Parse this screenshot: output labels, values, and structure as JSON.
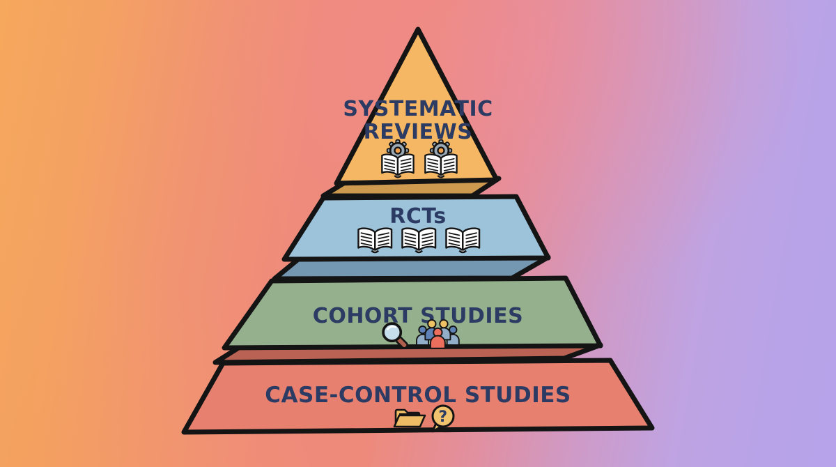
{
  "background": {
    "gradient_left_color": "#F6A85C",
    "gradient_middle_color": "#EE8A7A",
    "gradient_right_color": "#B8A3E8"
  },
  "colors": {
    "ink": "#141414",
    "label": "#2C3B63",
    "page": "#FFFFFF",
    "gear": "#9AA9B6",
    "gear-center": "#EF9F4E",
    "lens": "#C6DDEC",
    "handle": "#B2604E",
    "person-red": "#EC6E5C",
    "person-blue": "#5E82B5",
    "person-blue-light": "#93AEC9",
    "head-yellow": "#F0C266",
    "folder": "#EFBC66",
    "bubble": "#F2C36F"
  },
  "icons_text": {
    "question_mark": "?"
  },
  "pyramid": {
    "outline_color": "#141414",
    "label_color": "#2C3B63",
    "levels": [
      {
        "id": "systematic-reviews",
        "label": "SYSTEMATIC REVIEWS",
        "label_line1": "SYSTEMATIC",
        "label_line2": "REVIEWS",
        "face_color": "#F5B763",
        "underside_color": "#CE9A4F",
        "icons": [
          "gear-book-icon",
          "gear-book-icon"
        ]
      },
      {
        "id": "rcts",
        "label": "RCTs",
        "face_color": "#9DC3DB",
        "underside_color": "#7497B2",
        "icons": [
          "open-book-icon",
          "open-book-icon",
          "open-book-icon"
        ]
      },
      {
        "id": "cohort-studies",
        "label": "COHORT STUDIES",
        "face_color": "#95B08D",
        "underside_color": "#BA6355",
        "icons": [
          "magnifier-icon",
          "people-group-icon"
        ]
      },
      {
        "id": "case-control-studies",
        "label": "CASE-CONTROL STUDIES",
        "face_color": "#E8806F",
        "icons": [
          "folder-icon",
          "question-bubble-icon"
        ]
      }
    ]
  }
}
